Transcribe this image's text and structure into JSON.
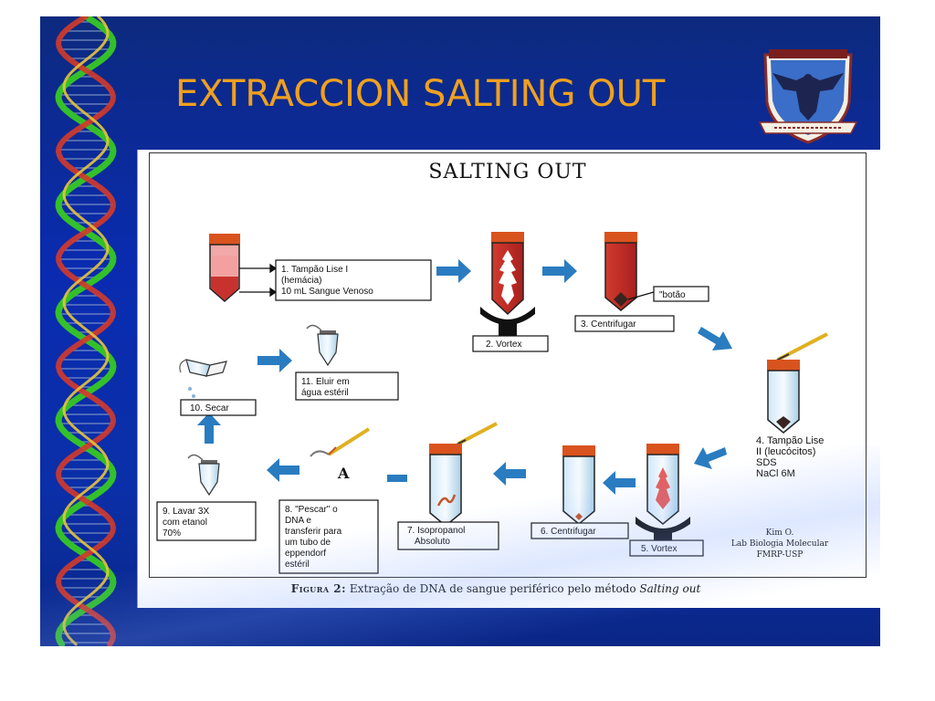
{
  "slide": {
    "title": "EXTRACCION SALTING OUT",
    "colors": {
      "background": "#0b2fa8",
      "title": "#f0a020",
      "arrow": "#2a7cc0",
      "cap": "#d9531e",
      "blood": "#c8322e"
    },
    "decoration": {
      "left_border": "dna-helix",
      "logo": "university-crest"
    }
  },
  "figure": {
    "title": "SALTING OUT",
    "steps": [
      {
        "id": "s1",
        "lines": [
          "1. Tampão Lise I",
          "(hemácia)",
          "10 mL Sangue Venoso"
        ]
      },
      {
        "id": "s2",
        "lines": [
          "2. Vortex"
        ]
      },
      {
        "id": "s3",
        "lines": [
          "3. Centrifugar"
        ]
      },
      {
        "id": "s3b",
        "lines": [
          "\"botão"
        ]
      },
      {
        "id": "s4",
        "lines": [
          "4. Tampão Lise",
          "II (leucócitos)",
          "SDS",
          "NaCl 6M"
        ]
      },
      {
        "id": "s5",
        "lines": [
          "5. Vortex"
        ]
      },
      {
        "id": "s6",
        "lines": [
          "6. Centrifugar"
        ]
      },
      {
        "id": "s7",
        "lines": [
          "7. Isopropanol",
          "Absoluto"
        ]
      },
      {
        "id": "s8",
        "lines": [
          "8. \"Pescar\" o",
          "DNA e",
          "transferir para",
          "um tubo de",
          "eppendorf",
          "estéril"
        ]
      },
      {
        "id": "s9",
        "lines": [
          "9. Lavar 3X",
          "com etanol",
          "70%"
        ]
      },
      {
        "id": "s10",
        "lines": [
          "10. Secar"
        ]
      },
      {
        "id": "s11",
        "lines": [
          "11. Eluir em",
          "água estéril"
        ]
      }
    ],
    "marker_a": "A",
    "credit": [
      "Kim O.",
      "Lab Biologia Molecular",
      "FMRP-USP"
    ],
    "caption": {
      "label": "Figura 2:",
      "text": "Extração de DNA de sangue periférico pelo método",
      "italic": "Salting out"
    }
  }
}
